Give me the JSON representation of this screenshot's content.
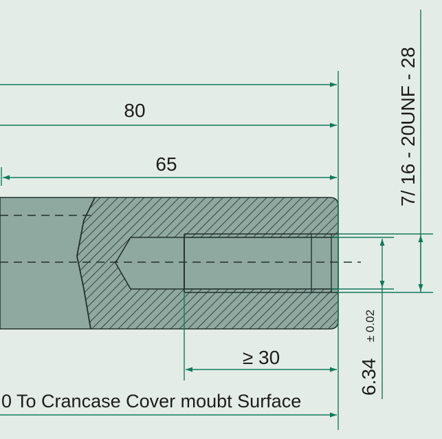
{
  "colors": {
    "background": "#e4ece7",
    "part_fill": "#8fa8a0",
    "part_outline": "#20302c",
    "hatch": "#1e2a27",
    "dimension": "#0e7a5a",
    "text": "#1c1c1c"
  },
  "dimensions": {
    "length_total": "80",
    "length_partial": "65",
    "thread_depth": "≥ 30",
    "bore_diameter": "6.34",
    "bore_tolerance": "± 0.02",
    "thread_spec": "7/ 16 - 20UNF - 28",
    "reference_note": "0 To Crancase Cover moubt Surface"
  }
}
